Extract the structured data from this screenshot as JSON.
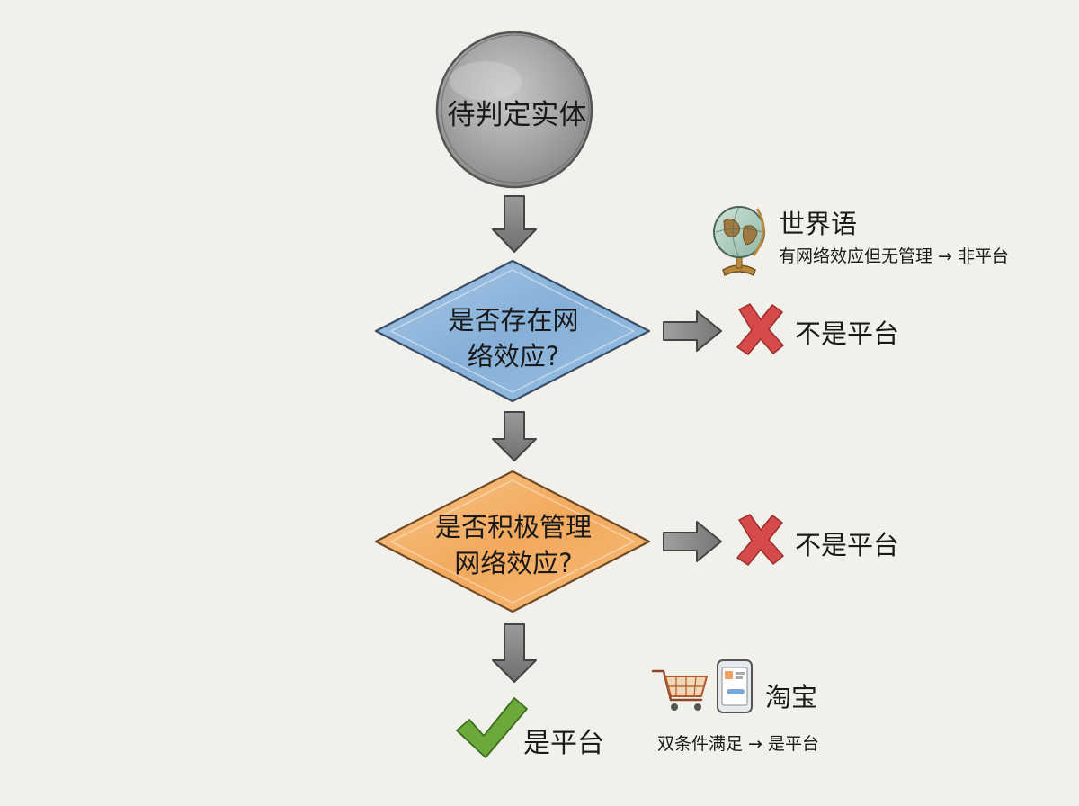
{
  "start": {
    "label": "待判定实体"
  },
  "question1": {
    "lines": [
      "是否存在网",
      "络效应?"
    ]
  },
  "question2": {
    "lines": [
      "是否积极管理",
      "网络效应?"
    ]
  },
  "outcomes": {
    "no1": "不是平台",
    "no2": "不是平台",
    "yes": "是平台"
  },
  "examples": {
    "esperanto": {
      "title": "世界语",
      "desc": "有网络效应但无管理 → 非平台",
      "icon": "globe-icon"
    },
    "taobao": {
      "title": "淘宝",
      "desc": "双条件满足 → 是平台",
      "icons": [
        "shopping-cart-icon",
        "smartphone-icon"
      ]
    }
  },
  "colors": {
    "start_fill": "#9c9c9c",
    "question1_fill": "#8db5dc",
    "question2_fill": "#f4b36e",
    "cross": "#d64a4a",
    "check": "#6aa93a",
    "arrow": "#8a8a8a",
    "background": "#f2f0eb"
  }
}
